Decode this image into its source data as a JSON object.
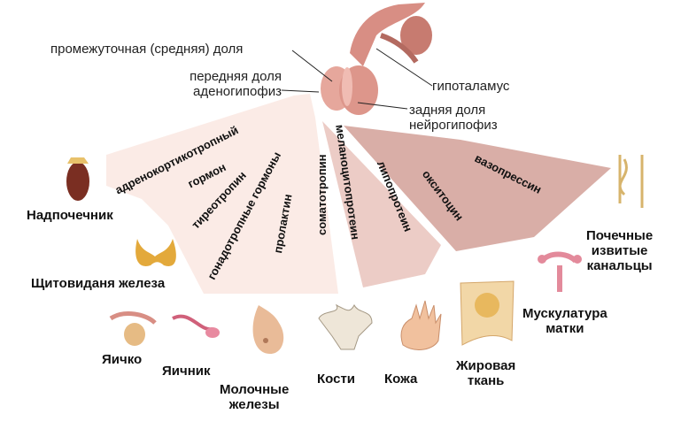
{
  "gland_labels": {
    "intermediate": "промежуточная (средняя) доля",
    "anterior_1": "передняя доля",
    "anterior_2": "аденогипофиз",
    "hypothalamus": "гипоталамус",
    "posterior_1": "задняя доля",
    "posterior_2": "нейрогипофиз"
  },
  "hormones": {
    "acth_1": "адренокортикотропный",
    "acth_2": "гормон",
    "tsh": "тиреотропин",
    "gonad": "гонадотропные гормоны",
    "prolactin": "пролактин",
    "somatotropin": "соматотропин",
    "msh": "меланоцитопротеин",
    "lipo": "липопротеин",
    "oxytocin": "окситоцин",
    "vasopressin": "вазопрессин"
  },
  "organs": {
    "adrenal": "Надпочечник",
    "thyroid": "Щитовиданя железа",
    "testis": "Яичко",
    "ovary": "Яичник",
    "mammary_1": "Молочные",
    "mammary_2": "железы",
    "bones": "Кости",
    "skin": "Кожа",
    "fat_1": "Жировая",
    "fat_2": "ткань",
    "uterus_1": "Мускулатура",
    "uterus_2": "матки",
    "kidney_1": "Почечные",
    "kidney_2": "извитые",
    "kidney_3": "канальцы"
  },
  "colors": {
    "light": "#fbebe6",
    "medium": "#ecccc6",
    "dark": "#d9aea7"
  }
}
